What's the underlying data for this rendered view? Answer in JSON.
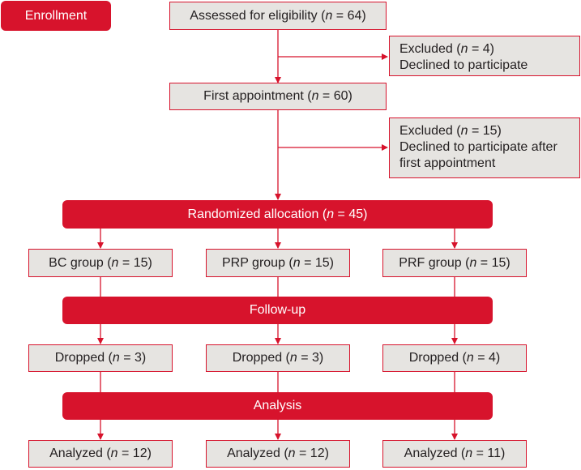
{
  "stage_label": "Enrollment",
  "assessed": {
    "pre": "Assessed for eligibility (",
    "n": "n",
    "post": " = 64)"
  },
  "excluded1": {
    "pre": "Excluded (",
    "n": "n",
    "post": " = 4)",
    "reason": "Declined to participate"
  },
  "first_appointment": {
    "pre": "First appointment (",
    "n": "n",
    "post": " = 60)"
  },
  "excluded2": {
    "pre": "Excluded (",
    "n": "n",
    "post": " = 15)",
    "reason_line1": "Declined to participate after",
    "reason_line2": "first appointment"
  },
  "randomized": {
    "pre": "Randomized allocation (",
    "n": "n",
    "post": " = 45)"
  },
  "groups": [
    {
      "pre": "BC group (",
      "n": "n",
      "post": " = 15)"
    },
    {
      "pre": "PRP group (",
      "n": "n",
      "post": " = 15)"
    },
    {
      "pre": "PRF group (",
      "n": "n",
      "post": " = 15)"
    }
  ],
  "followup_label": "Follow-up",
  "dropped": [
    {
      "pre": "Dropped (",
      "n": "n",
      "post": " = 3)"
    },
    {
      "pre": "Dropped (",
      "n": "n",
      "post": " = 3)"
    },
    {
      "pre": "Dropped (",
      "n": "n",
      "post": " = 4)"
    }
  ],
  "analysis_label": "Analysis",
  "analyzed": [
    {
      "pre": "Analyzed (",
      "n": "n",
      "post": " = 12)"
    },
    {
      "pre": "Analyzed (",
      "n": "n",
      "post": " = 12)"
    },
    {
      "pre": "Analyzed (",
      "n": "n",
      "post": " = 11)"
    }
  ],
  "colors": {
    "accent": "#d7132c",
    "box_fill": "#e6e4e1",
    "text": "#231f20"
  }
}
